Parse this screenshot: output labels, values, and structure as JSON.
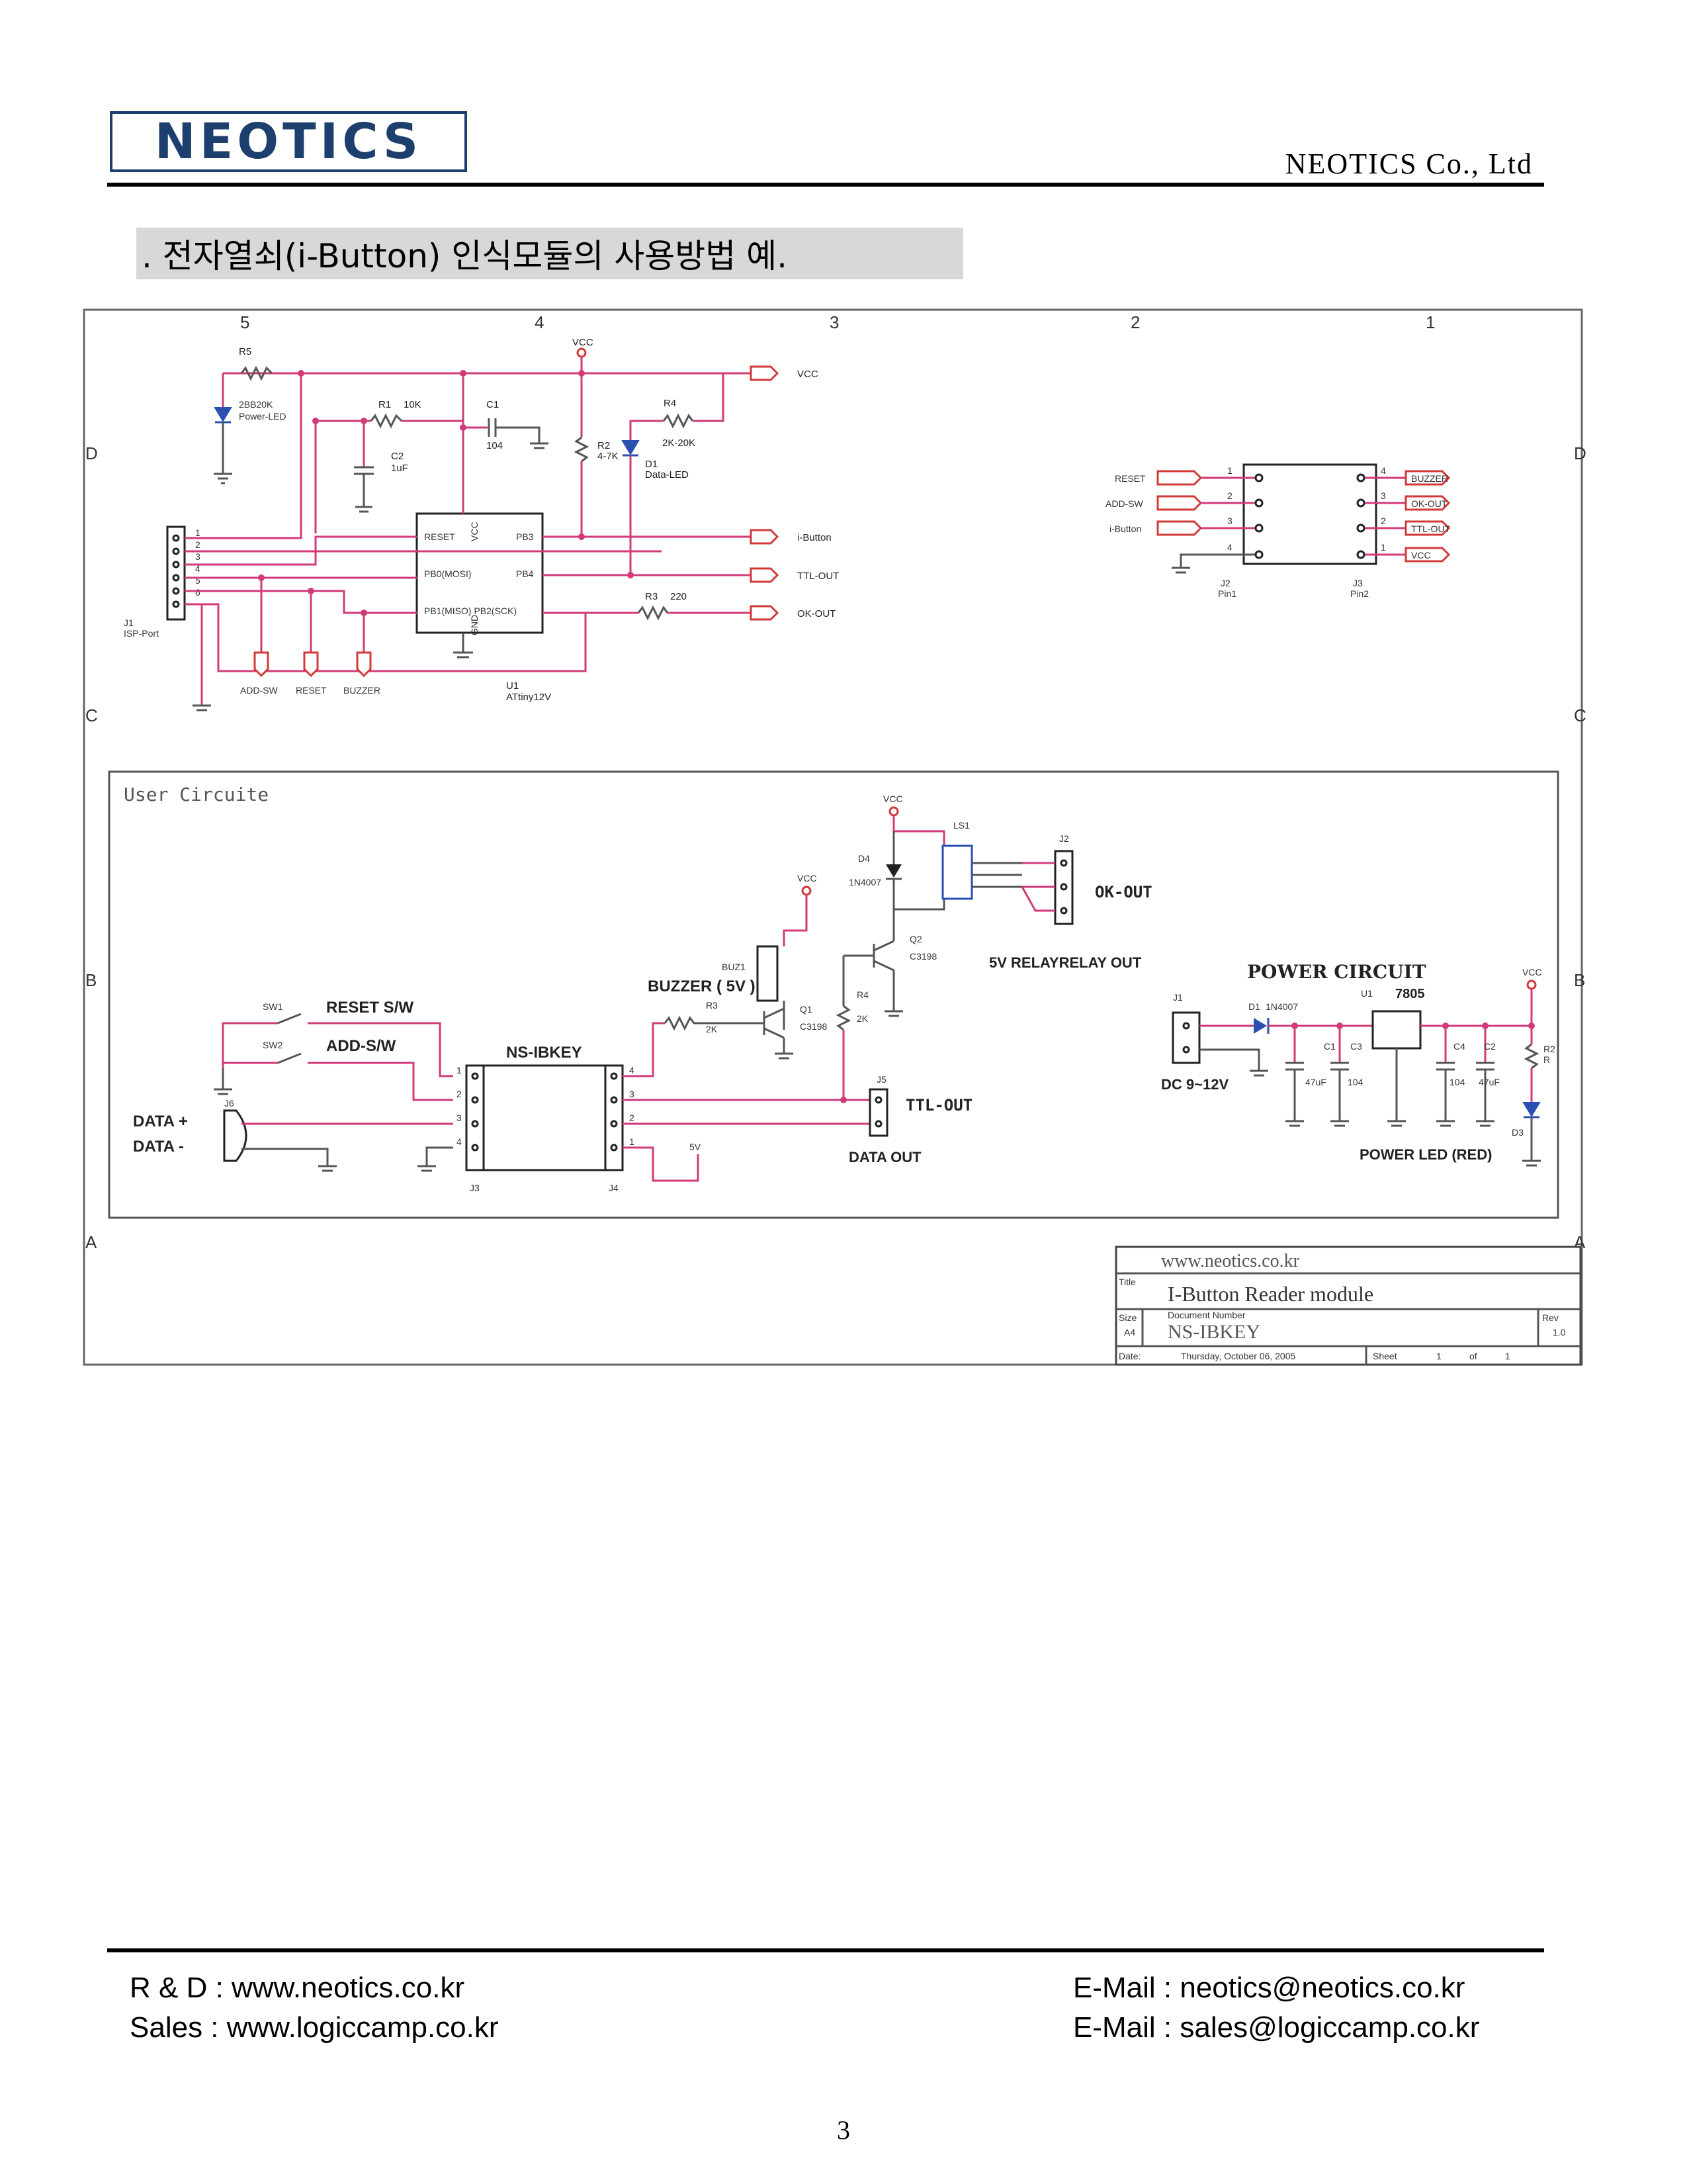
{
  "header": {
    "logo_text": "NEOTICS",
    "company": "NEOTICS Co., Ltd",
    "section_title": ". 전자열쇠(i-Button) 인식모듈의 사용방법 예."
  },
  "schematic": {
    "grid_columns": [
      "5",
      "4",
      "3",
      "2",
      "1"
    ],
    "grid_rows": [
      "D",
      "C",
      "B",
      "A"
    ],
    "top": {
      "isp_port": "J1",
      "isp_port_name": "ISP-Port",
      "isp_pins": [
        "1",
        "2",
        "3",
        "4",
        "5",
        "6"
      ],
      "mcu_ref": "U1",
      "mcu_name": "ATtiny12V",
      "mcu_pin_reset": "RESET",
      "mcu_pin_vcc": "VCC",
      "mcu_pin_pb0": "PB0(MOSI)",
      "mcu_pin_pb1": "PB1(MISO) PB2(SCK)",
      "mcu_pin_gnd": "GND",
      "mcu_pin_pb3": "PB3",
      "mcu_pin_pb4": "PB4",
      "r5": "R5",
      "led_power": "2BB20K",
      "led_power_label": "Power-LED",
      "r1": "R1",
      "r1_value": "10K",
      "c1": "C1",
      "c1_value": "104",
      "c2": "C2",
      "c2_value": "1uF",
      "r2": "R2",
      "r2_value": "4-7K",
      "r4": "R4",
      "r4_value": "2K-20K",
      "d1": "D1",
      "d1_label": "Data-LED",
      "r3": "R3",
      "r3_value": "220",
      "vcc": "VCC",
      "net_vcc": "VCC",
      "net_ibutton": "i-Button",
      "net_ttl": "TTL-OUT",
      "net_ok": "OK-OUT",
      "net_addsw": "ADD-SW",
      "net_reset": "RESET",
      "net_buzzer": "BUZZER",
      "j2_left_labels": [
        "RESET",
        "ADD-SW",
        "i-Button"
      ],
      "j2_pins": [
        "1",
        "2",
        "3",
        "4"
      ],
      "j3_right_labels": [
        "BUZZER",
        "OK-OUT",
        "TTL-OUT",
        "VCC"
      ],
      "j3_pins": [
        "4",
        "3",
        "2",
        "1"
      ],
      "j2_ref": "J2",
      "j2_name": "Pin1",
      "j3_ref": "J3",
      "j3_name": "Pin2"
    },
    "user": {
      "title": "User Circuite",
      "sw1": "SW1",
      "sw1_label": "RESET S/W",
      "sw2": "SW2",
      "sw2_label": "ADD-S/W",
      "j6": "J6",
      "data_plus": "DATA +",
      "data_minus": "DATA -",
      "module": "NS-IBKEY",
      "j3": "J3",
      "j4": "J4",
      "pins_left": [
        "1",
        "2",
        "3",
        "4"
      ],
      "pins_right": [
        "4",
        "3",
        "2",
        "1"
      ],
      "five_v": "5V",
      "buz": "BUZ1",
      "buzzer_label": "BUZZER ( 5V )",
      "r3": "R3",
      "r3_value": "2K",
      "q1": "Q1",
      "q1_part": "C3198",
      "r4": "R4",
      "r4_value": "2K",
      "q2": "Q2",
      "q2_part": "C3198",
      "vcc1": "VCC",
      "vcc2": "VCC",
      "d4": "D4",
      "d4_part": "1N4007",
      "ls1": "LS1",
      "relay_label": "5V RELAYRELAY OUT",
      "j2": "J2",
      "ok_out": "OK-OUT",
      "j5": "J5",
      "ttl_out": "TTL-OUT",
      "data_out": "DATA OUT",
      "power_title": "POWER CIRCUIT",
      "j1": "J1",
      "dc_in": "DC 9~12V",
      "d1": "D1",
      "d1_part": "1N4007",
      "u1": "U1",
      "reg": "7805",
      "c1": "C1",
      "c1_value": "47uF",
      "c3": "C3",
      "c3_value": "104",
      "c4": "C4",
      "c4_value": "104",
      "c2": "C2",
      "c2_value": "47uF",
      "r2": "R2",
      "r2_value": "R",
      "d3": "D3",
      "vcc3": "VCC",
      "power_led": "POWER LED (RED)"
    },
    "title_block": {
      "website": "www.neotics.co.kr",
      "title_label": "Title",
      "title": "I-Button Reader module",
      "size_label": "Size",
      "size": "A4",
      "docnum_label": "Document Number",
      "docnum": "NS-IBKEY",
      "rev_label": "Rev",
      "rev": "1.0",
      "date_label": "Date:",
      "date": "Thursday, October 06, 2005",
      "sheet_label": "Sheet",
      "sheet": "1",
      "of_label": "of",
      "of": "1"
    }
  },
  "footer": {
    "rd": "R & D : www.neotics.co.kr",
    "sales": "Sales : www.logiccamp.co.kr",
    "email1": "E-Mail : neotics@neotics.co.kr",
    "email2": "E-Mail : sales@logiccamp.co.kr",
    "page": "3"
  }
}
